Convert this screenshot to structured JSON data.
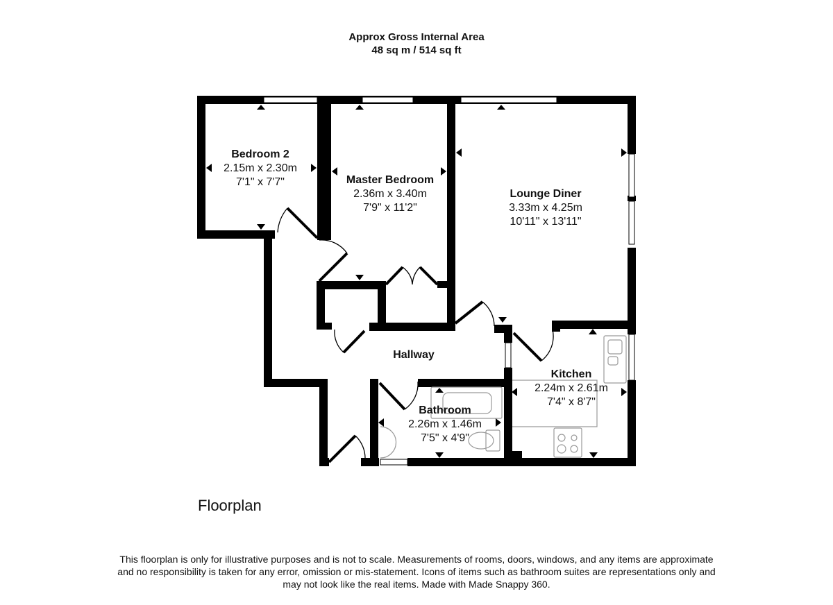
{
  "header": {
    "title": "Approx Gross Internal Area",
    "area": "48 sq m / 514 sq ft"
  },
  "rooms": [
    {
      "name": "Bedroom 2",
      "metric": "2.15m x 2.30m",
      "imperial": "7'1\" x 7'7\""
    },
    {
      "name": "Master Bedroom",
      "metric": "2.36m x 3.40m",
      "imperial": "7'9\" x 11'2\""
    },
    {
      "name": "Lounge Diner",
      "metric": "3.33m x 4.25m",
      "imperial": "10'11\" x 13'11\""
    },
    {
      "name": "Hallway"
    },
    {
      "name": "Bathroom",
      "metric": "2.26m x 1.46m",
      "imperial": "7'5\" x 4'9\""
    },
    {
      "name": "Kitchen",
      "metric": "2.24m x 2.61m",
      "imperial": "7'4\" x 8'7\""
    }
  ],
  "floor_title": "Floorplan",
  "disclaimer": {
    "line1": "This floorplan is only for illustrative purposes and is not to scale. Measurements of rooms, doors, windows, and any items are approximate",
    "line2": "and no responsibility is taken for any error, omission or mis-statement. Icons of items such as bathroom suites are representations only and",
    "line3": "may not look like the real items. Made with Made Snappy 360."
  },
  "colors": {
    "wall": "#000000",
    "fixture": "#9a9a9a",
    "background": "#ffffff"
  }
}
